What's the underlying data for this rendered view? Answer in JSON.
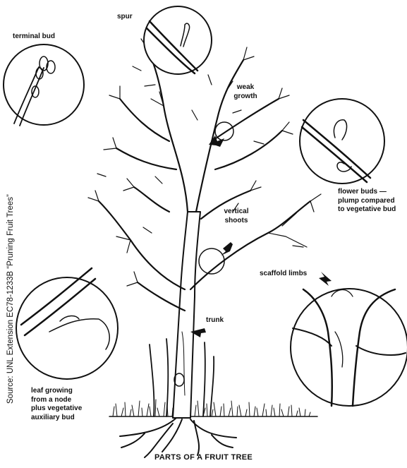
{
  "caption": "PARTS OF A FRUIT TREE",
  "source": "Source: UNL Extension EC78-1233B “Pruning Fruit Trees”",
  "labels": {
    "terminal_bud": "terminal bud",
    "spur": "spur",
    "weak_growth_1": "weak",
    "weak_growth_2": "growth",
    "flower_buds_1": "flower buds —",
    "flower_buds_2": "plump compared",
    "flower_buds_3": "to vegetative bud",
    "vertical_shoots_1": "vertical",
    "vertical_shoots_2": "shoots",
    "scaffold_limbs": "scaffold limbs",
    "trunk": "trunk",
    "leaf_node_1": "leaf growing",
    "leaf_node_2": "from a node",
    "leaf_node_3": "plus vegetative",
    "leaf_node_4": "auxiliary bud"
  },
  "colors": {
    "ink": "#111111",
    "paper": "#ffffff"
  }
}
